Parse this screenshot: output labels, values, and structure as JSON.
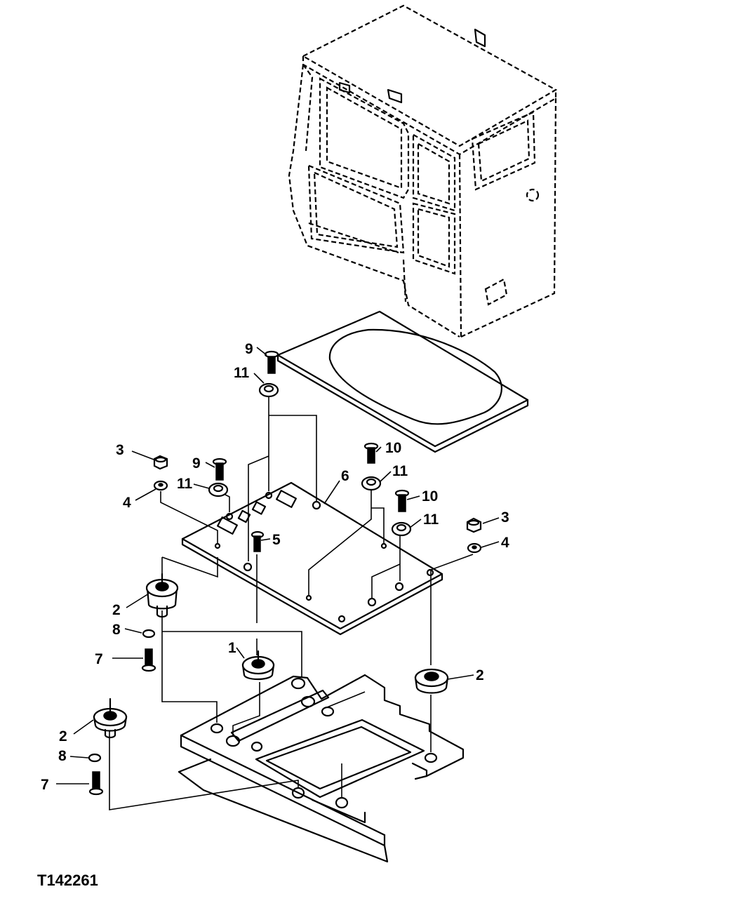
{
  "figure_id": "T142261",
  "callouts": [
    {
      "id": "c9a",
      "text": "9"
    },
    {
      "id": "c11a",
      "text": "11"
    },
    {
      "id": "c3a",
      "text": "3"
    },
    {
      "id": "c9b",
      "text": "9"
    },
    {
      "id": "c11b",
      "text": "11"
    },
    {
      "id": "c4a",
      "text": "4"
    },
    {
      "id": "c10a",
      "text": "10"
    },
    {
      "id": "c11c",
      "text": "11"
    },
    {
      "id": "c6",
      "text": "6"
    },
    {
      "id": "c10b",
      "text": "10"
    },
    {
      "id": "c11d",
      "text": "11"
    },
    {
      "id": "c3b",
      "text": "3"
    },
    {
      "id": "c4b",
      "text": "4"
    },
    {
      "id": "c5",
      "text": "5"
    },
    {
      "id": "c2a",
      "text": "2"
    },
    {
      "id": "c8a",
      "text": "8"
    },
    {
      "id": "c7a",
      "text": "7"
    },
    {
      "id": "c1",
      "text": "1"
    },
    {
      "id": "c2b",
      "text": "2"
    },
    {
      "id": "c2c",
      "text": "2"
    },
    {
      "id": "c8b",
      "text": "8"
    },
    {
      "id": "c7b",
      "text": "7"
    }
  ]
}
